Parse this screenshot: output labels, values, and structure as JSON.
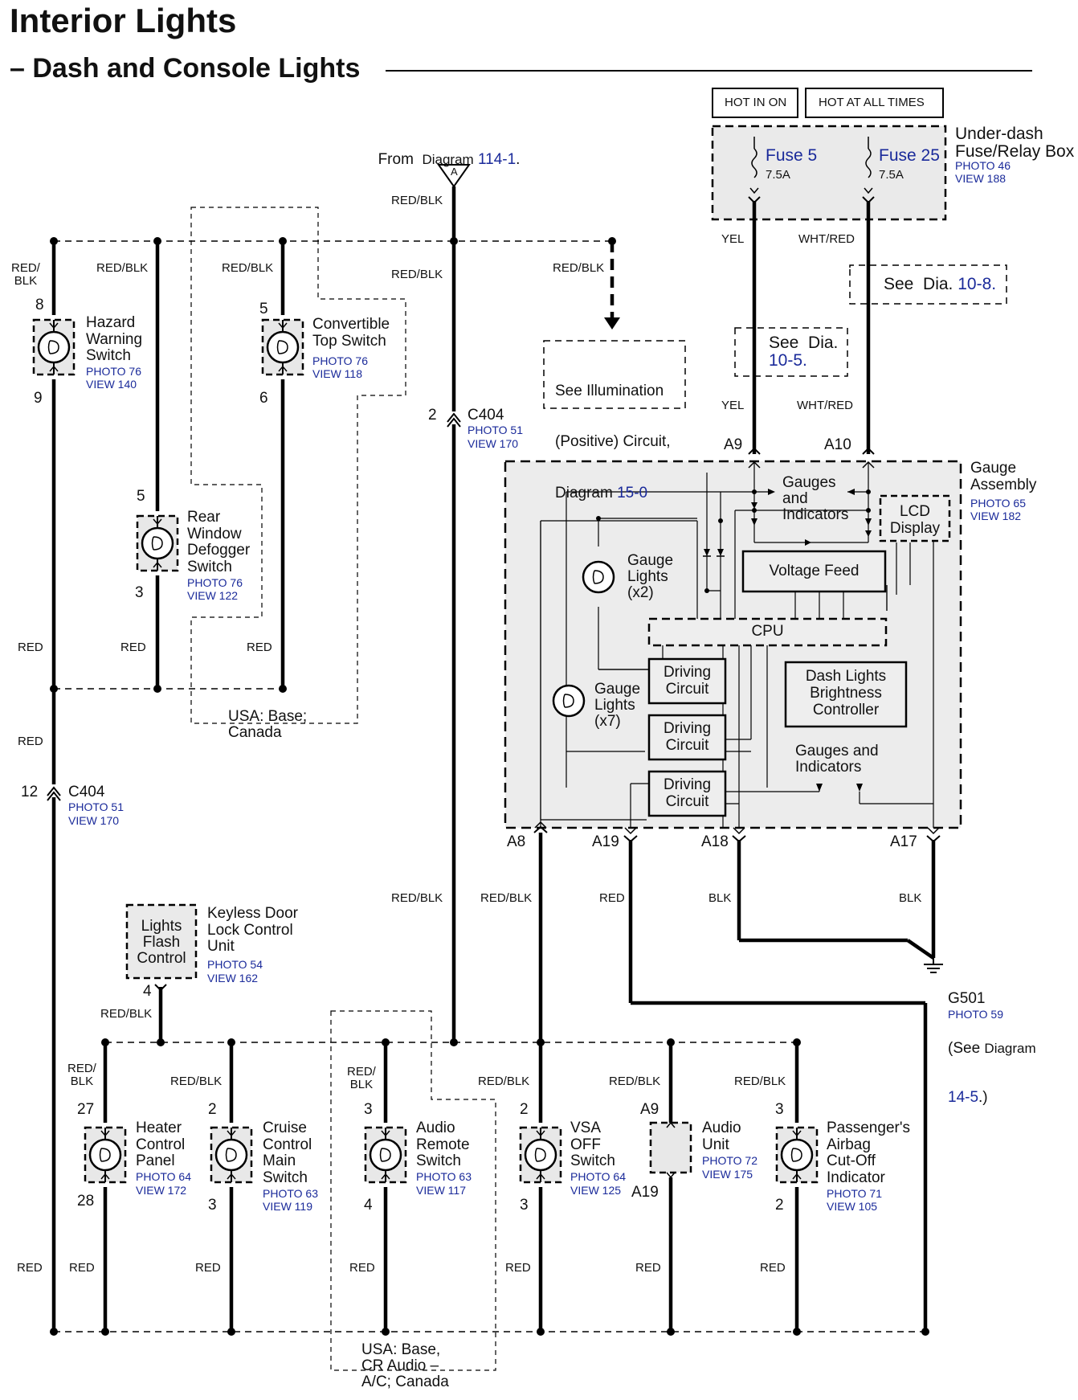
{
  "header": {
    "title": "Interior Lights",
    "subtitle": "– Dash and Console Lights"
  },
  "power": {
    "hot_in_on": "HOT IN ON",
    "hot_at_all_times": "HOT AT ALL TIMES",
    "fuse5": {
      "name": "Fuse 5",
      "rating": "7.5A"
    },
    "fuse25": {
      "name": "Fuse 25",
      "rating": "7.5A"
    },
    "box_name": "Under-dash\nFuse/Relay Box",
    "box_photo": "PHOTO 46",
    "box_view": "VIEW 188"
  },
  "from_diagram": {
    "from": "From",
    "diagram": "Diagram",
    "ref": "114-1",
    "connector": "A"
  },
  "wires": {
    "red_blk": "RED/BLK",
    "red": "RED",
    "red_blk_split": "RED/\nBLK",
    "yel": "YEL",
    "wht_red": "WHT/RED",
    "blk": "BLK"
  },
  "refs": {
    "see_dia_10_5_a": "See  Dia.",
    "see_dia_10_5_b": "10-5.",
    "see_dia_10_8_a": "See  Dia.",
    "see_dia_10_8_b": "10-8.",
    "illum_line1": "See Illumination",
    "illum_line2": "(Positive) Circuit,",
    "illum_line3": "Diagram",
    "illum_ref": "15-0"
  },
  "components": {
    "hazard": {
      "name": "Hazard\nWarning\nSwitch",
      "photo": "PHOTO 76",
      "view": "VIEW 140",
      "pin_top": "8",
      "pin_bot": "9"
    },
    "rear_defogger": {
      "name": "Rear\nWindow\nDefogger\nSwitch",
      "photo": "PHOTO 76",
      "view": "VIEW 122",
      "pin_top": "5",
      "pin_bot": "3"
    },
    "convertible": {
      "name": "Convertible\nTop Switch",
      "photo": "PHOTO 76",
      "view": "VIEW 118",
      "pin_top": "5",
      "pin_bot": "6"
    },
    "usa_base_canada": "USA: Base;\nCanada",
    "c404_top": {
      "pin": "2",
      "name": "C404",
      "photo": "PHOTO 51",
      "view": "VIEW 170"
    },
    "c404_left": {
      "pin": "12",
      "name": "C404",
      "photo": "PHOTO 51",
      "view": "VIEW 170"
    },
    "keyless": {
      "box": "Lights\nFlash\nControl",
      "name": "Keyless Door\nLock Control\nUnit",
      "photo": "PHOTO 54",
      "view": "VIEW 162",
      "pin": "4"
    },
    "heater": {
      "name": "Heater\nControl\nPanel",
      "photo": "PHOTO 64",
      "view": "VIEW 172",
      "pin_top": "27",
      "pin_bot": "28"
    },
    "cruise": {
      "name": "Cruise\nControl\nMain\nSwitch",
      "photo": "PHOTO 63",
      "view": "VIEW 119",
      "pin_top": "2",
      "pin_bot": "3"
    },
    "audio_remote": {
      "name": "Audio\nRemote\nSwitch",
      "photo": "PHOTO 63",
      "view": "VIEW 117",
      "pin_top": "3",
      "pin_bot": "4"
    },
    "vsa": {
      "name": "VSA\nOFF\nSwitch",
      "photo": "PHOTO 64",
      "view": "VIEW 125",
      "pin_top": "2",
      "pin_bot": "3"
    },
    "audio_unit": {
      "name": "Audio\nUnit",
      "photo": "PHOTO 72",
      "view": "VIEW 175",
      "pin_top": "A9",
      "pin_bot": "A19"
    },
    "airbag": {
      "name": "Passenger's\nAirbag\nCut-Off\nIndicator",
      "photo": "PHOTO 71",
      "view": "VIEW 105",
      "pin_top": "3",
      "pin_bot": "2"
    },
    "usa_base_cr": "USA: Base,\nCR Audio –\nA/C; Canada",
    "ground": {
      "name": "G501",
      "see": "(See",
      "diagram": "Diagram",
      "ref": "14-5",
      "close": ".)",
      "photo": "PHOTO 59"
    }
  },
  "gauge": {
    "name": "Gauge\nAssembly",
    "photo": "PHOTO 65",
    "view": "VIEW 182",
    "gauges_indicators": "Gauges\nand\nIndicators",
    "lcd": "LCD\nDisplay",
    "voltage_feed": "Voltage Feed",
    "cpu": "CPU",
    "gauge_lights_2": "Gauge\nLights\n(x2)",
    "gauge_lights_7": "Gauge\nLights\n(x7)",
    "driving_circuit": "Driving\nCircuit",
    "dash_brightness": "Dash Lights\nBrightness\nController",
    "gauges_and_indicators_2": "Gauges and\nIndicators",
    "pins": {
      "a9": "A9",
      "a10": "A10",
      "a8": "A8",
      "a19": "A19",
      "a18": "A18",
      "a17": "A17"
    }
  }
}
